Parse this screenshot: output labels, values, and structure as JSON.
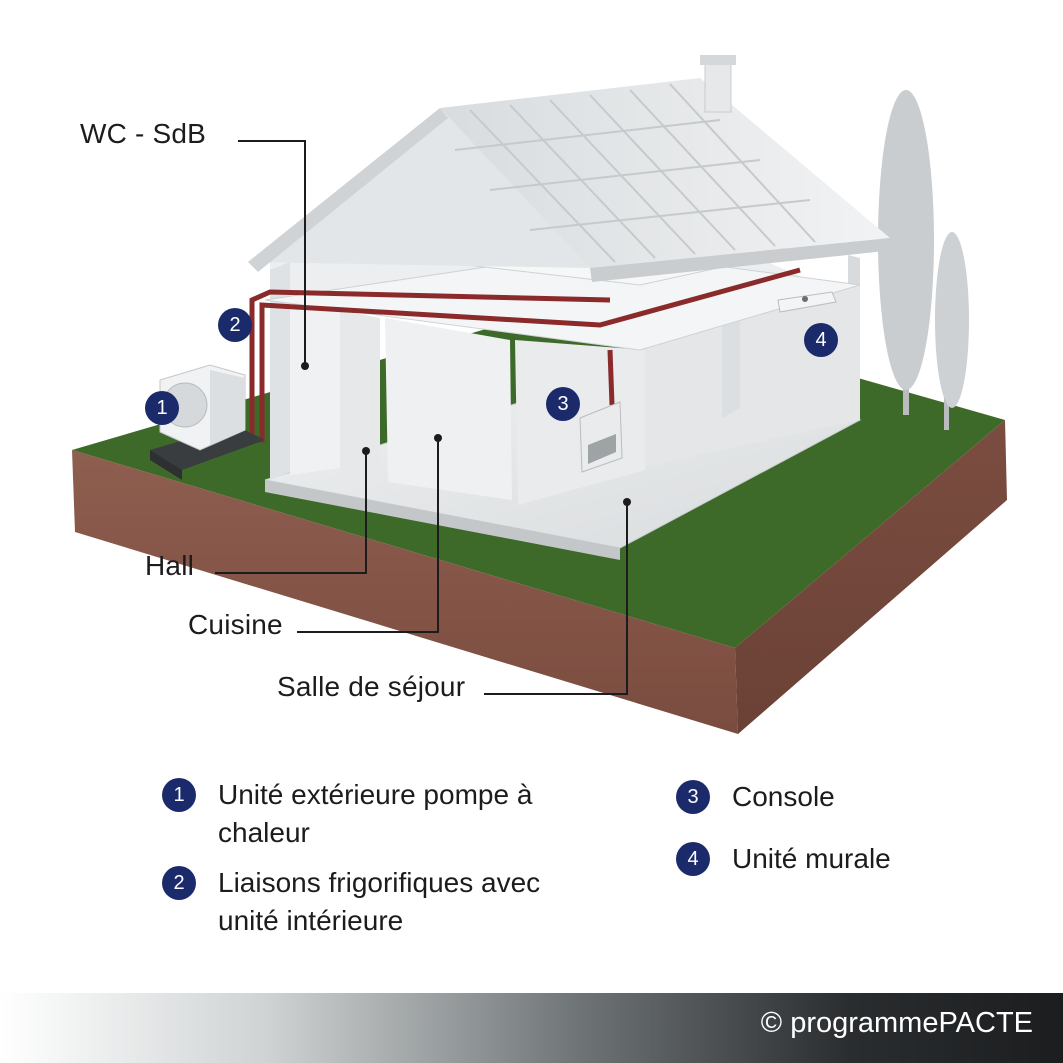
{
  "rooms": {
    "wc_sdb": "WC - SdB",
    "hall": "Hall",
    "cuisine": "Cuisine",
    "salle_de_sejour": "Salle de séjour"
  },
  "markers": [
    "1",
    "2",
    "3",
    "4"
  ],
  "legend": [
    {
      "number": "1",
      "text": "Unité extérieure pompe à chaleur"
    },
    {
      "number": "2",
      "text": "Liaisons frigorifiques avec unité intérieure"
    },
    {
      "number": "3",
      "text": "Console"
    },
    {
      "number": "4",
      "text": "Unité murale"
    }
  ],
  "footer": {
    "credit": "© programmePACTE"
  },
  "colors": {
    "badge": "#1b2a6b",
    "pipe": "#8a2a2a",
    "grass": "#3f6a2a",
    "soil": "#8a5a4a"
  }
}
